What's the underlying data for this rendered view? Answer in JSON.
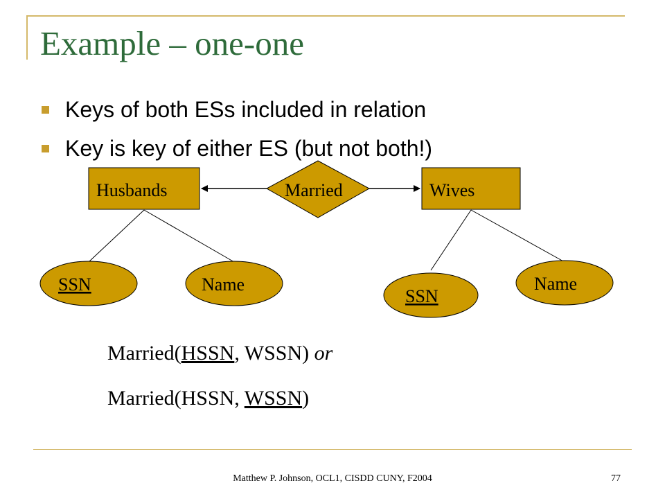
{
  "slide": {
    "title": "Example – one-one",
    "bullets": [
      "Keys of both ESs included in relation",
      "Key is key of either ES (but not both!)"
    ]
  },
  "diagram": {
    "husbands": "Husbands",
    "married": "Married",
    "wives": "Wives",
    "h_ssn": "SSN",
    "h_name": "Name",
    "w_ssn": "SSN",
    "w_name": "Name",
    "fill_color": "#cc9a00"
  },
  "relations": {
    "line1": {
      "prefix": "Married(",
      "key": "HSSN",
      "mid": ", WSSN) ",
      "or": "or"
    },
    "line2": {
      "prefix": "Married(HSSN, ",
      "key": "WSSN",
      "suffix": ")"
    }
  },
  "footer": {
    "text": "Matthew P. Johnson, OCL1, CISDD CUNY, F2004",
    "page": "77"
  }
}
